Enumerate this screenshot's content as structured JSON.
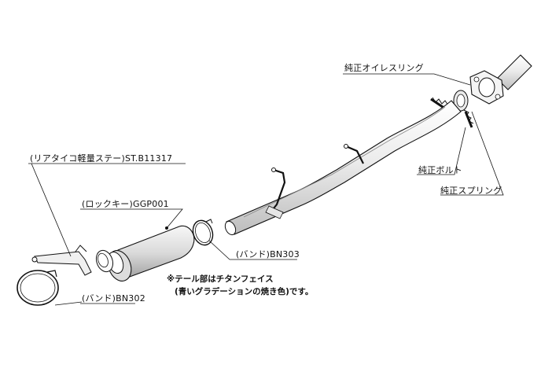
{
  "labels": {
    "oil_ring": "純正オイレスリング",
    "bolt": "純正ボルト",
    "spring": "純正スプリング",
    "stay": "(リアタイコ軽量ステー)ST.B11317",
    "lock_key": "(ロックキー)GGP001",
    "band_303": "(バンド)BN303",
    "band_302": "(バンド)BN302"
  },
  "note": {
    "line1": "※テール部はチタンフェイス",
    "line2": "(青いグラデーションの焼き色)です。"
  },
  "colors": {
    "ink": "#111111",
    "pipe_fill": "#f2f2f2",
    "pipe_shade": "#cfcfcf",
    "background": "#ffffff"
  }
}
